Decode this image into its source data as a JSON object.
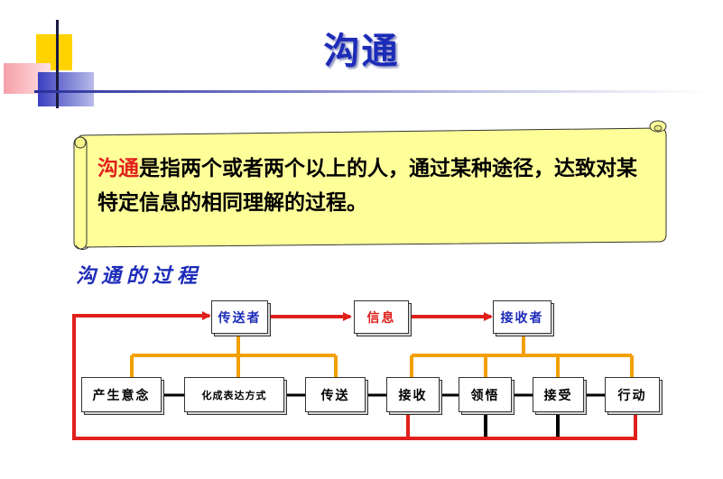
{
  "title": "沟通",
  "definition": {
    "term": "沟通",
    "text": "是指两个或者两个以上的人，通过某种途径，达致对某特定信息的相同理解的过程。"
  },
  "process_heading": "沟通的过程",
  "diagram": {
    "top_boxes": {
      "sender": "传送者",
      "message": "信息",
      "receiver": "接收者"
    },
    "steps": [
      "产生意念",
      "化成表达方式",
      "传送",
      "接收",
      "领悟",
      "接受",
      "行动"
    ]
  },
  "colors": {
    "title": "#1c2bb8",
    "term": "#e0201c",
    "scroll_fill": "#ffff99",
    "connector": "#f2a000",
    "feedback": "#e0201c"
  }
}
